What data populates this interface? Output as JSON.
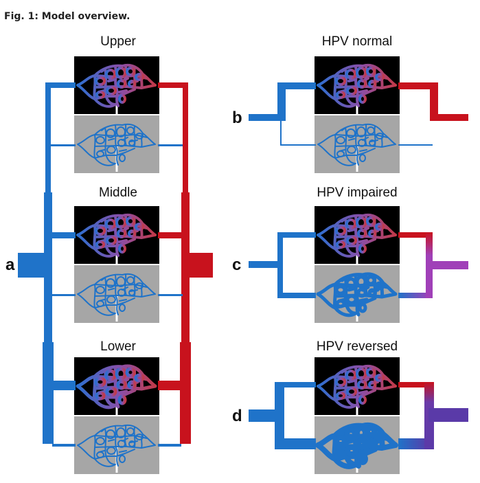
{
  "figure": {
    "title": "Fig. 1: Model overview."
  },
  "panel_a": {
    "letter": "a",
    "regions": [
      "Upper",
      "Middle",
      "Lower"
    ]
  },
  "panel_b": {
    "letter": "b",
    "label": "HPV normal"
  },
  "panel_c": {
    "letter": "c",
    "label": "HPV impaired"
  },
  "panel_d": {
    "letter": "d",
    "label": "HPV reversed"
  },
  "colors": {
    "arterial_blue": "#1f73c9",
    "venous_red": "#c8121d",
    "mixed_purple": "#a040b8",
    "dark_purple": "#6a3aa8",
    "ventilated_bg": "#000000",
    "unventilated_bg": "#a6a6a6",
    "vessel_gradient": [
      "#2d6fd0",
      "#8a4fa8",
      "#c23a4a"
    ]
  }
}
